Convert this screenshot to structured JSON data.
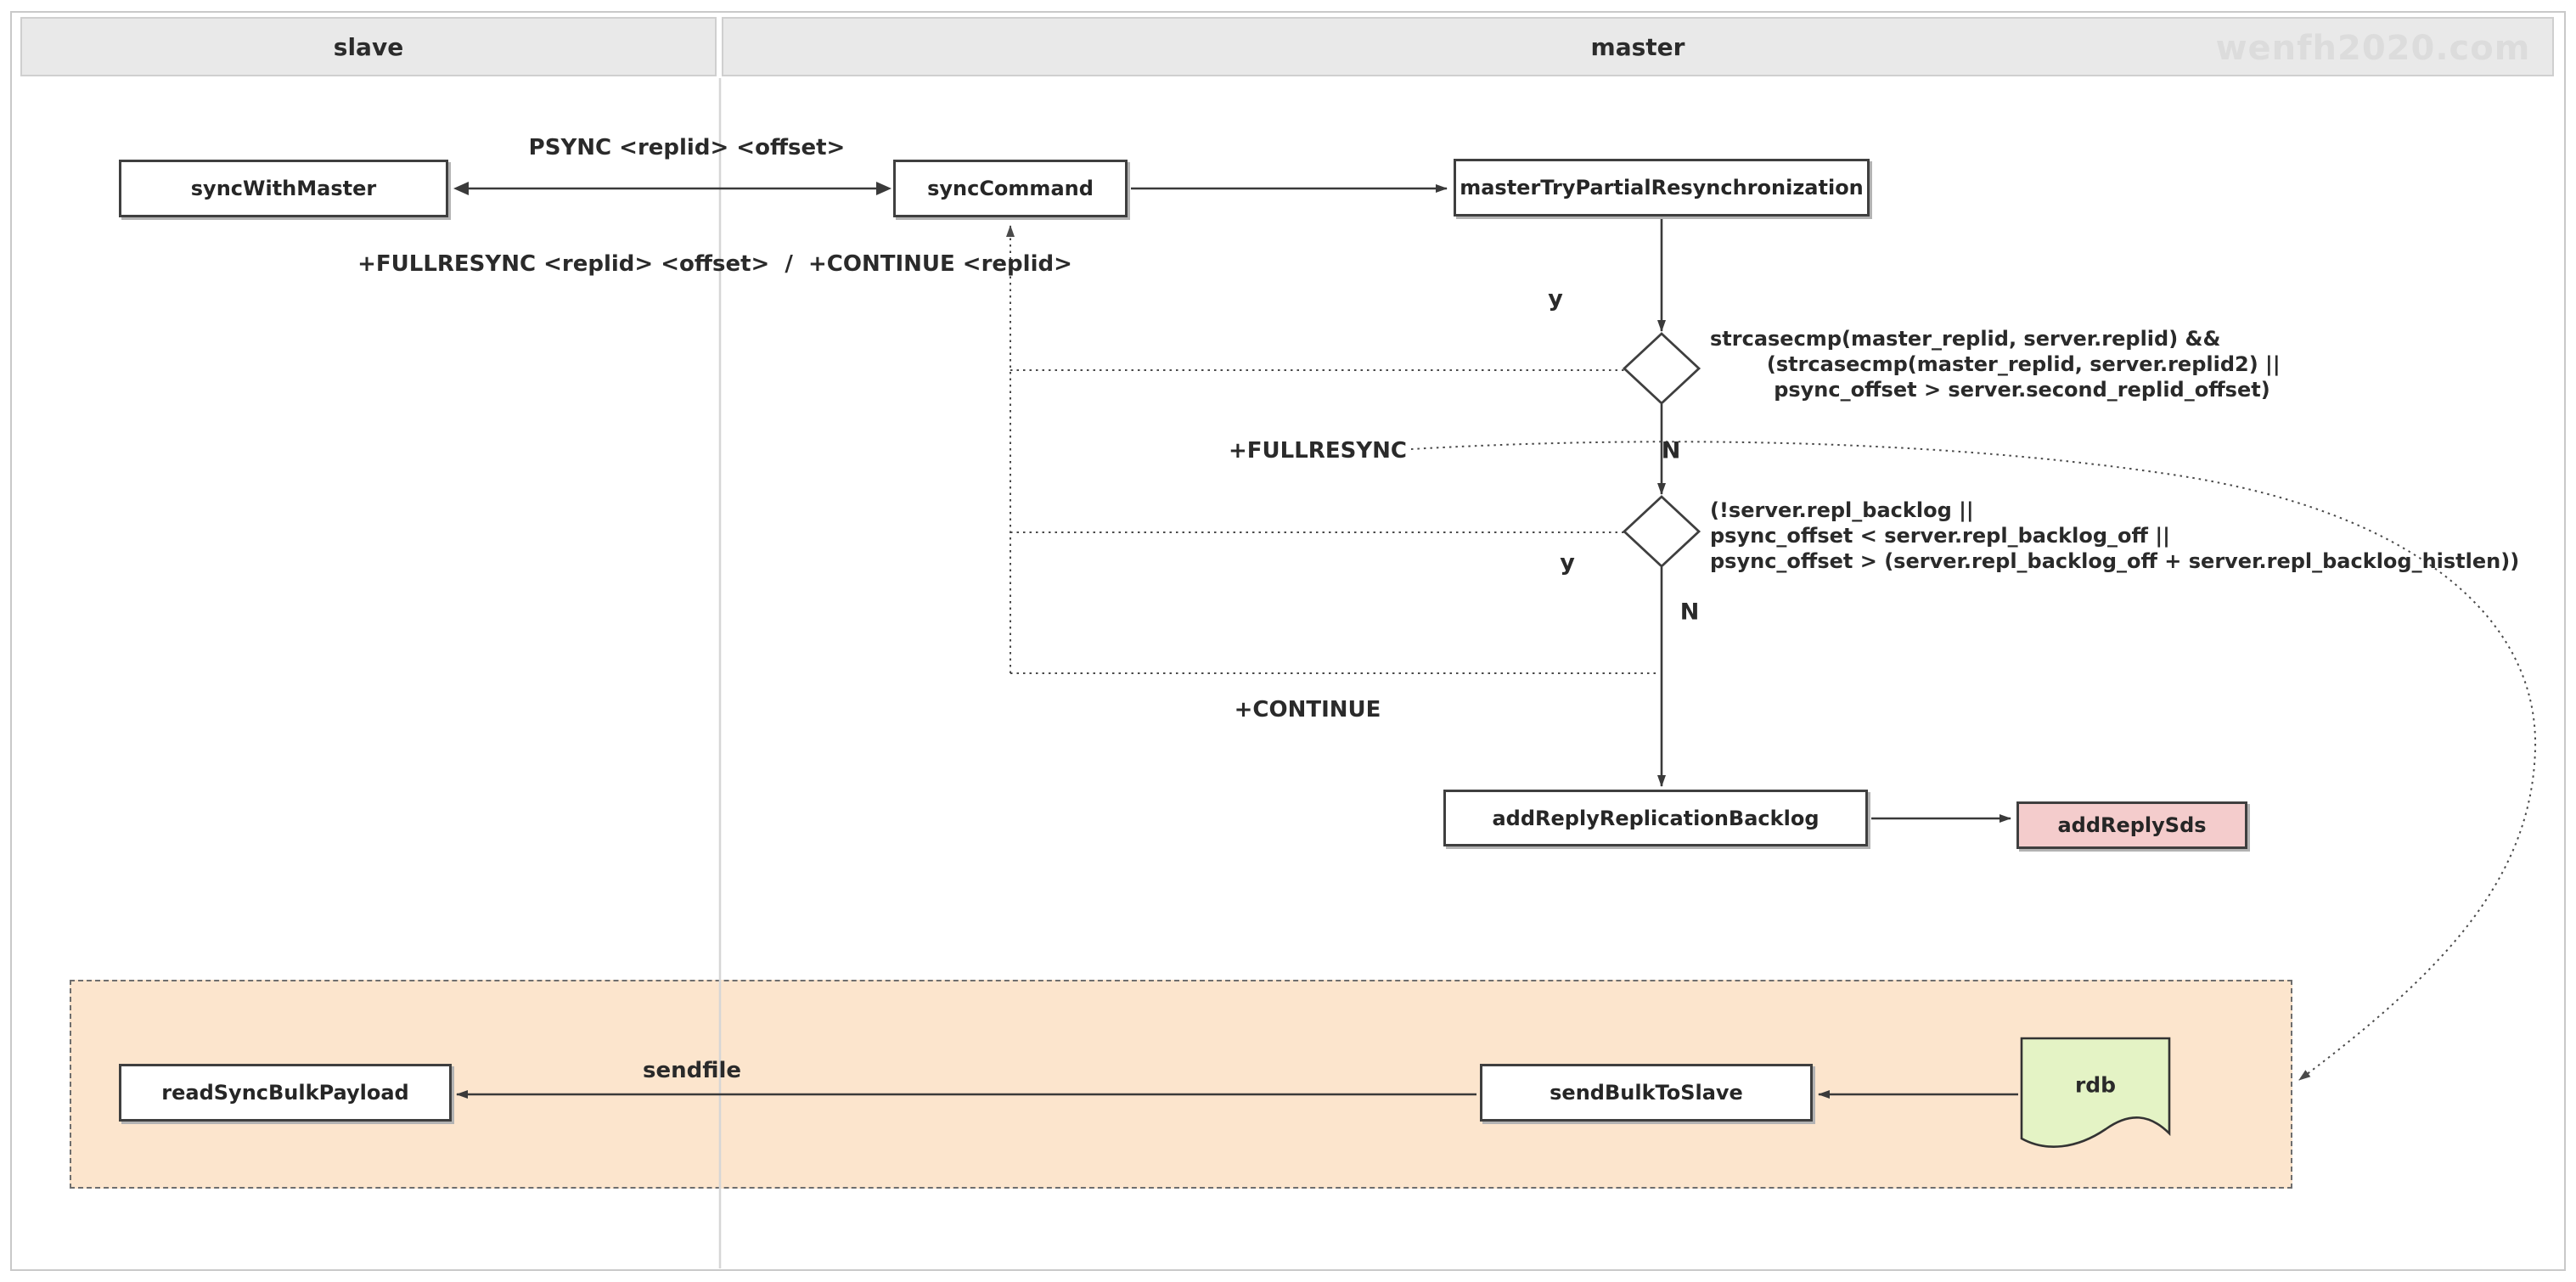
{
  "header": {
    "slave_label": "slave",
    "master_label": "master",
    "watermark": "wenfh2020.com"
  },
  "nodes": {
    "sync_with_master": "syncWithMaster",
    "sync_command": "syncCommand",
    "master_try_partial_resynchronization": "masterTryPartialResynchronization",
    "add_reply_replication_backlog": "addReplyReplicationBacklog",
    "add_reply_sds": "addReplySds",
    "read_sync_bulk_payload": "readSyncBulkPayload",
    "send_bulk_to_slave": "sendBulkToSlave",
    "rdb_file": "rdb"
  },
  "edge_labels": {
    "psync": "PSYNC <replid> <offset>",
    "resync_reply": "+FULLRESYNC <replid> <offset>  /  +CONTINUE <replid>",
    "fullresync": "+FULLRESYNC",
    "continue": "+CONTINUE",
    "sendfile": "sendfile",
    "decision1_yes": "y",
    "decision1_no": "N",
    "decision2_yes": "y",
    "decision2_no": "N"
  },
  "conditions": {
    "replid_check": "strcasecmp(master_replid, server.replid) &&\n        (strcasecmp(master_replid, server.replid2) ||\n         psync_offset > server.second_replid_offset)",
    "backlog_check": "(!server.repl_backlog ||\npsync_offset < server.repl_backlog_off ||\npsync_offset > (server.repl_backlog_off + server.repl_backlog_histlen))"
  },
  "colors": {
    "header_fill": "#e9e9e9",
    "watermark_text": "#dcdcdc",
    "line": "#3a3a3a",
    "region_fill": "#fce5cd",
    "rdb_fill": "#e4f3c5",
    "highlight_fill": "#f4cccc",
    "box_fill": "#ffffff",
    "box_border": "#3f3f3f"
  }
}
